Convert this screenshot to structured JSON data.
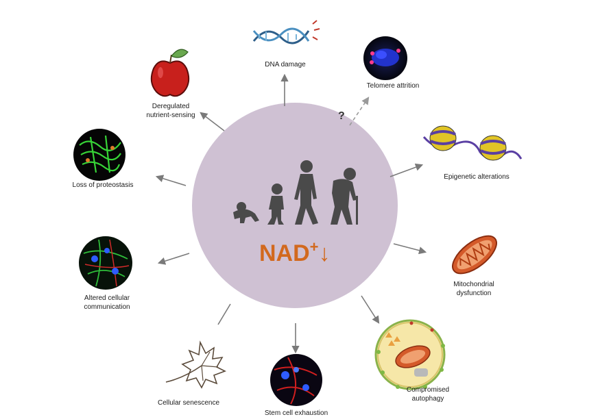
{
  "center": {
    "label": "NAD",
    "superscript": "+",
    "arrow_glyph": "↓",
    "circle_color": "#cfc1d3",
    "label_color": "#d2691e",
    "icon": "human-evolution-aging-silhouettes-icon"
  },
  "hallmarks": [
    {
      "id": "dna-damage",
      "lines": [
        "DNA damage"
      ],
      "icon": "dna-helix-icon"
    },
    {
      "id": "telomere-attrition",
      "lines": [
        "Telomere attrition"
      ],
      "icon": "telomere-fluorescence-icon",
      "uncertain_mark": "?"
    },
    {
      "id": "epigenetic-alterations",
      "lines": [
        "Epigenetic alterations"
      ],
      "icon": "nucleosome-icon"
    },
    {
      "id": "mitochondrial-dysfunction",
      "lines": [
        "Mitochondrial",
        "dysfunction"
      ],
      "icon": "mitochondrion-icon"
    },
    {
      "id": "compromised-autophagy",
      "lines": [
        "Compromised",
        "autophagy"
      ],
      "icon": "autophagosome-icon"
    },
    {
      "id": "stem-cell-exhaustion",
      "lines": [
        "Stem cell exhaustion"
      ],
      "icon": "stem-cell-micrograph-icon"
    },
    {
      "id": "cellular-senescence",
      "lines": [
        "Cellular senescence"
      ],
      "icon": "withered-leaf-icon"
    },
    {
      "id": "altered-cellular-communication",
      "lines": [
        "Altered cellular",
        "communication"
      ],
      "icon": "cell-network-micrograph-icon"
    },
    {
      "id": "loss-of-proteostasis",
      "lines": [
        "Loss of proteostasis"
      ],
      "icon": "protein-aggregate-icon"
    },
    {
      "id": "deregulated-nutrient-sensing",
      "lines": [
        "Deregulated",
        "nutrient-sensing"
      ],
      "icon": "apple-icon"
    }
  ]
}
